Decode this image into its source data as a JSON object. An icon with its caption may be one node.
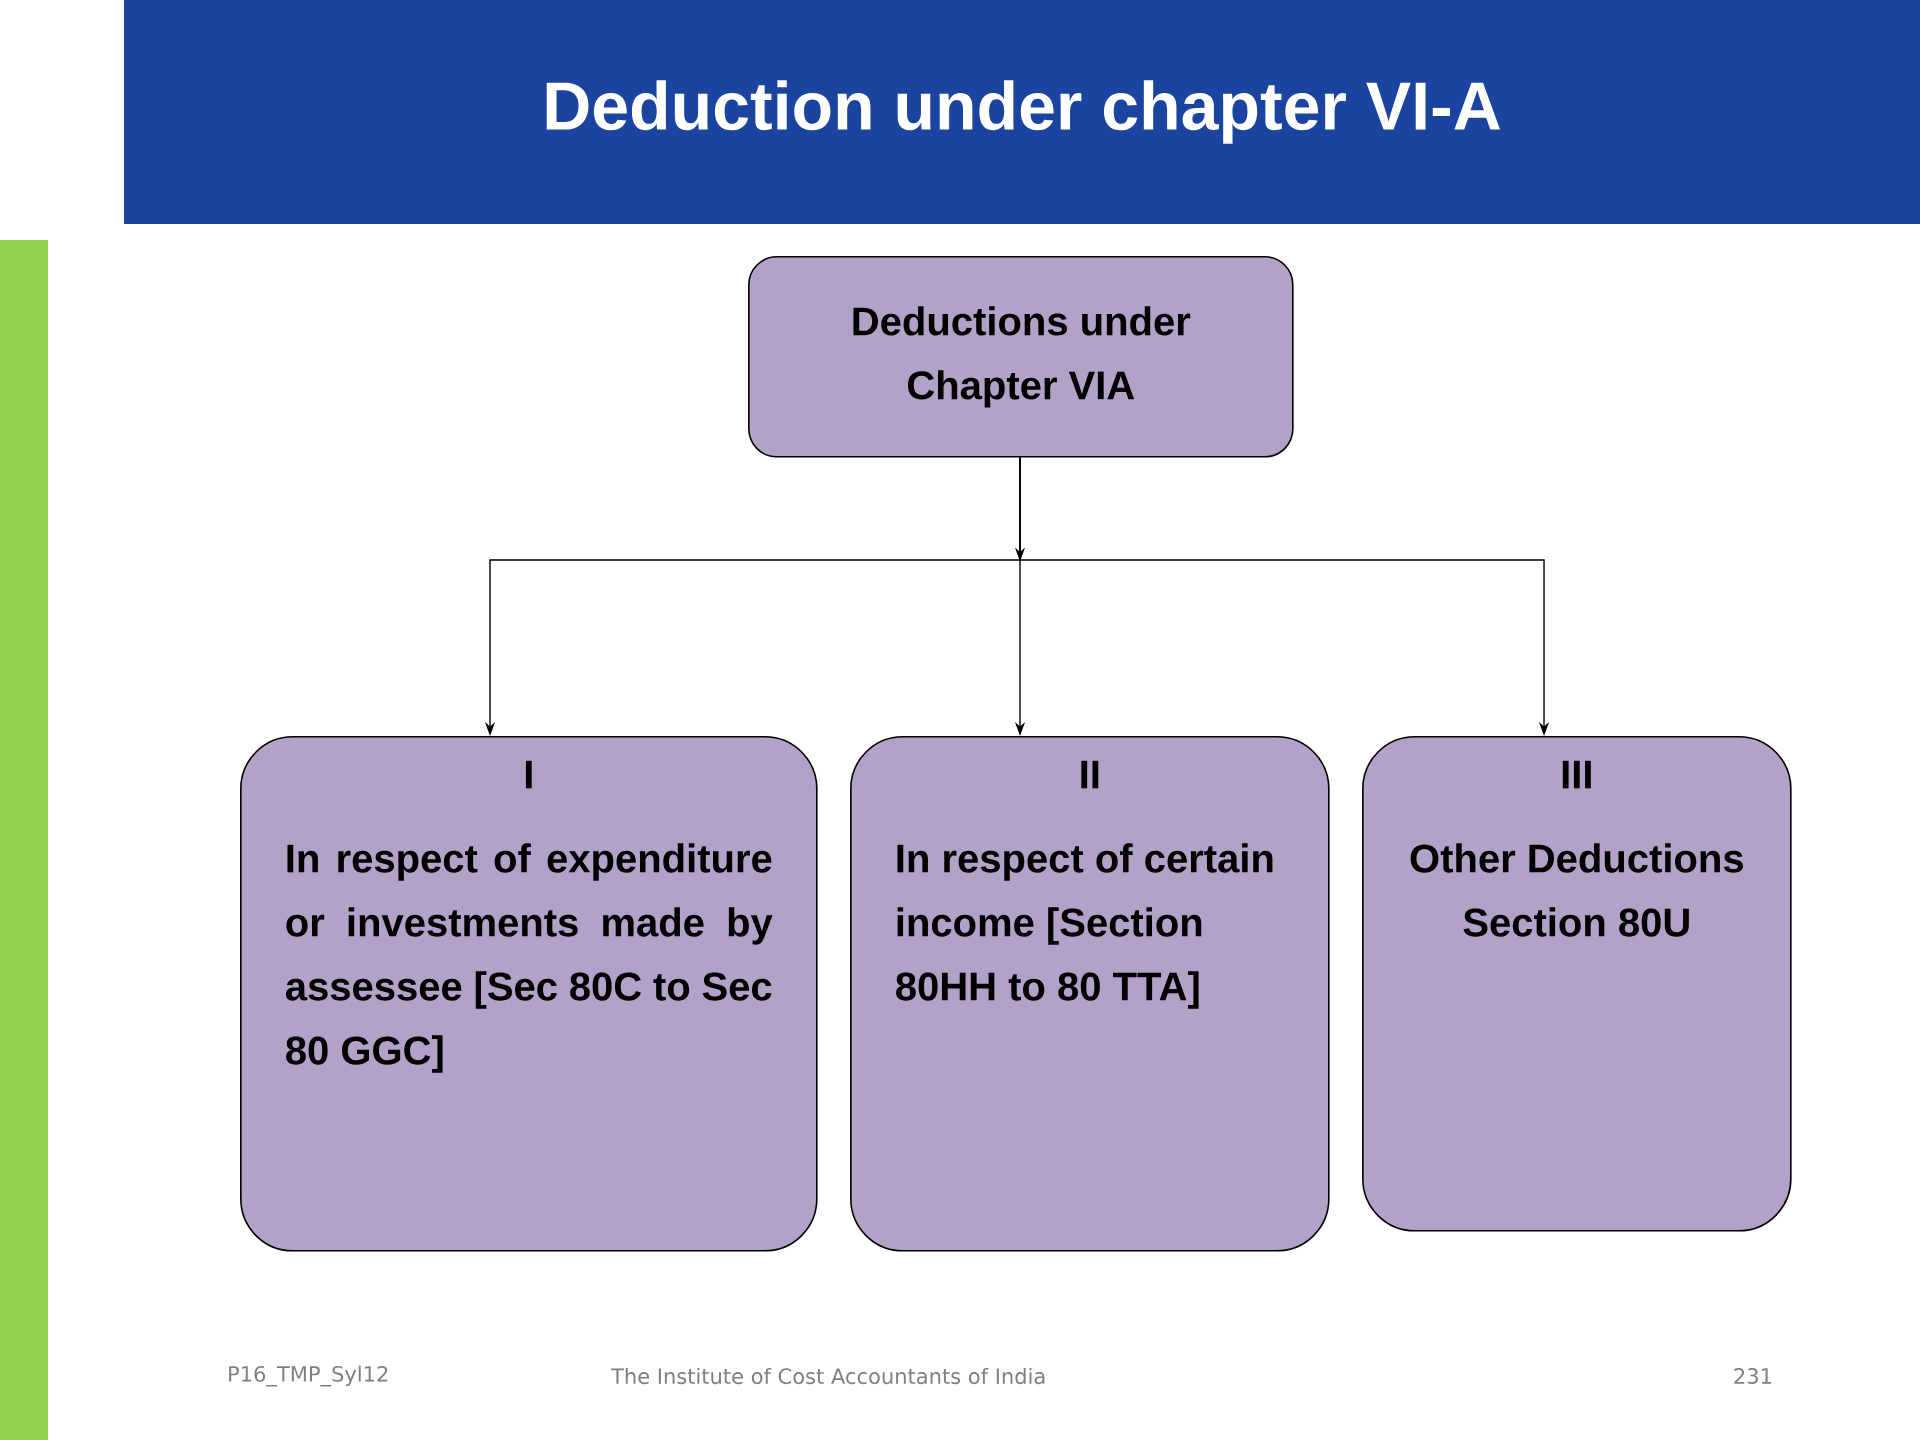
{
  "diagram": {
    "title": "Deduction under chapter VI-A",
    "nodes": [
      {
        "text": [
          "Deductions under Chapter VIA"
        ]
      },
      {
        "text": [
          "I",
          "In respect of expenditure or investments made by assessee [Sec 80C to Sec 80 GGC]"
        ]
      },
      {
        "text": [
          "II",
          "In respect of certain income [Section 80HH to 80 TTA]"
        ]
      },
      {
        "text": [
          "III",
          "Other Deductions Section 80U"
        ]
      }
    ],
    "edges": [
      {
        "from": 0,
        "to": 1,
        "arrow": "to"
      },
      {
        "from": 0,
        "to": 2,
        "arrow": "to"
      },
      {
        "from": 0,
        "to": 3,
        "arrow": "to"
      }
    ],
    "labels": [
      "P16_TMP_Syl12",
      "The Institute of Cost Accountants of India",
      "231"
    ]
  }
}
